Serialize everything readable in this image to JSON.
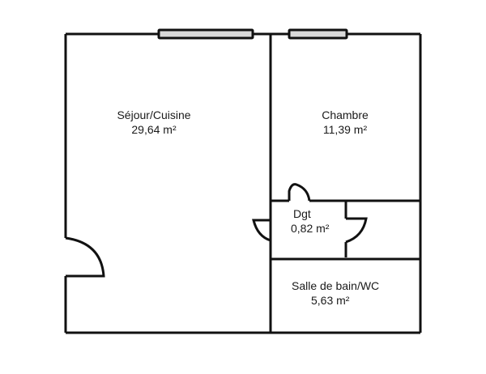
{
  "plan": {
    "wall_color": "#111111",
    "window_fill": "#d9d9d9",
    "background": "#ffffff"
  },
  "rooms": [
    {
      "id": "sejour",
      "name": "Séjour/Cuisine",
      "area": "29,64  m²"
    },
    {
      "id": "chambre",
      "name": "Chambre",
      "area": "11,39  m²"
    },
    {
      "id": "dgt",
      "name": "Dgt",
      "area": "0,82  m²"
    },
    {
      "id": "sdb",
      "name": "Salle de bain/WC",
      "area": "5,63  m²"
    }
  ]
}
